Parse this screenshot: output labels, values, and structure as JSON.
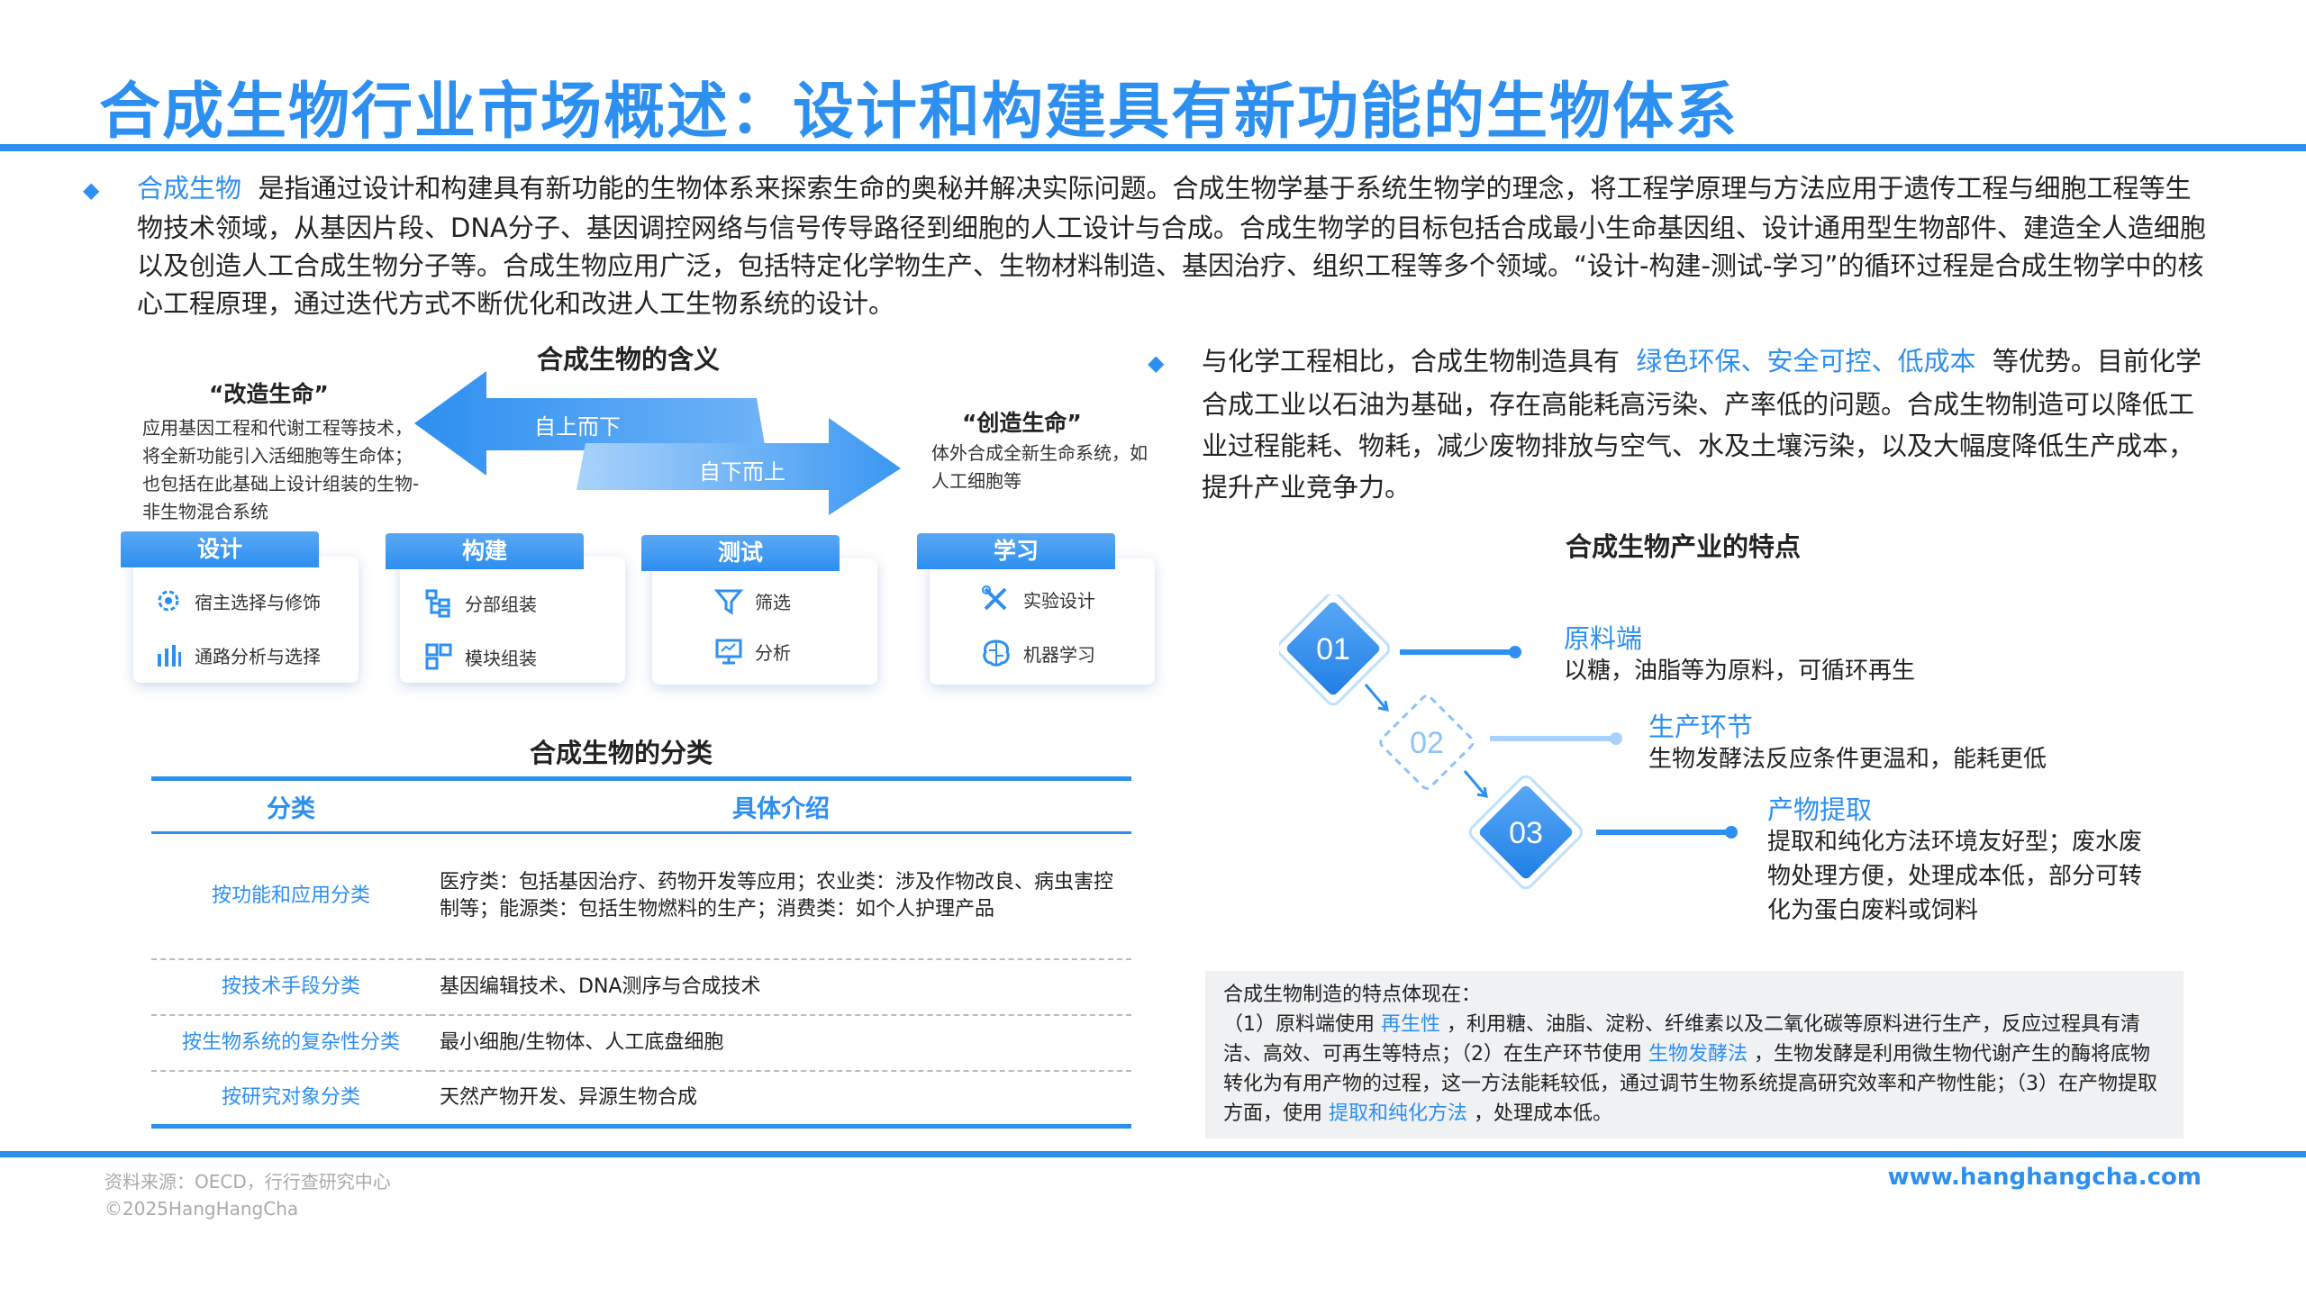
{
  "title": "合成生物行业市场概述：设计和构建具有新功能的生物体系",
  "intro": {
    "highlight": "合成生物",
    "text": "是指通过设计和构建具有新功能的生物体系来探索生命的奥秘并解决实际问题。合成生物学基于系统生物学的理念，将工程学原理与方法应用于遗传工程与细胞工程等生物技术领域，从基因片段、DNA分子、基因调控网络与信号传导路径到细胞的人工设计与合成。合成生物学的目标包括合成最小生命基因组、设计通用型生物部件、建造全人造细胞以及创造人工合成生物分子等。合成生物应用广泛，包括特定化学物生产、生物材料制造、基因治疗、组织工程等多个领域。“设计-构建-测试-学习”的循环过程是合成生物学中的核心工程原理，通过迭代方式不断优化和改进人工生物系统的设计。"
  },
  "meaning": {
    "title": "合成生物的含义",
    "left_title": "“改造生命”",
    "left_desc": "应用基因工程和代谢工程等技术，将全新功能引入活细胞等生命体；也包括在此基础上设计组装的生物-非生物混合系统",
    "right_title": "“创造生命”",
    "right_desc": "体外合成全新生命系统，如人工细胞等",
    "arrow_top": "自上而下",
    "arrow_bottom": "自下而上",
    "cycle": [
      {
        "tab": "设计",
        "items": [
          {
            "icon": "gear-icon",
            "label": "宿主选择与修饰"
          },
          {
            "icon": "bar-chart-icon",
            "label": "通路分析与选择"
          }
        ]
      },
      {
        "tab": "构建",
        "items": [
          {
            "icon": "tree-icon",
            "label": "分部组装"
          },
          {
            "icon": "modules-icon",
            "label": "模块组装"
          }
        ]
      },
      {
        "tab": "测试",
        "items": [
          {
            "icon": "filter-icon",
            "label": "筛选"
          },
          {
            "icon": "monitor-icon",
            "label": "分析"
          }
        ]
      },
      {
        "tab": "学习",
        "items": [
          {
            "icon": "tools-icon",
            "label": "实验设计"
          },
          {
            "icon": "brain-icon",
            "label": "机器学习"
          }
        ]
      }
    ]
  },
  "classification": {
    "title": "合成生物的分类",
    "headers": [
      "分类",
      "具体介绍"
    ],
    "rows": [
      {
        "cat": "按功能和应用分类",
        "desc": "医疗类：包括基因治疗、药物开发等应用；农业类：涉及作物改良、病虫害控制等；能源类：包括生物燃料的生产；消费类：如个人护理产品"
      },
      {
        "cat": "按技术手段分类",
        "desc": "基因编辑技术、DNA测序与合成技术"
      },
      {
        "cat": "按生物系统的复杂性分类",
        "desc": "最小细胞/生物体、人工底盘细胞"
      },
      {
        "cat": "按研究对象分类",
        "desc": "天然产物开发、异源生物合成"
      }
    ]
  },
  "advantage": {
    "pre": "与化学工程相比，合成生物制造具有",
    "highlight": "绿色环保、安全可控、低成本",
    "post": "等优势。目前化学合成工业以石油为基础，存在高能耗高污染、产率低的问题。合成生物制造可以降低工业过程能耗、物耗，减少废物排放与空气、水及土壤污染，以及大幅度降低生产成本，提升产业竞争力。"
  },
  "features": {
    "title": "合成生物产业的特点",
    "steps": [
      {
        "num": "01",
        "label": "原料端",
        "desc": "以糖，油脂等为原料，可循环再生"
      },
      {
        "num": "02",
        "label": "生产环节",
        "desc": "生物发酵法反应条件更温和，能耗更低"
      },
      {
        "num": "03",
        "label": "产物提取",
        "desc": "提取和纯化方法环境友好型；废水废物处理方便，处理成本低，部分可转化为蛋白废料或饲料"
      }
    ]
  },
  "summary": {
    "heading": "合成生物制造的特点体现在：",
    "p1": "（1）原料端使用",
    "h1": "再生性",
    "p2": "，利用糖、油脂、淀粉、纤维素以及二氧化碳等原料进行生产，反应过程具有清洁、高效、可再生等特点；（2）在生产环节使用",
    "h2": "生物发酵法",
    "p3": "，生物发酵是利用微生物代谢产生的酶将底物转化为有用产物的过程，这一方法能耗较低，通过调节生物系统提高研究效率和产物性能；（3）在产物提取方面，使用",
    "h3": "提取和纯化方法",
    "p4": "，处理成本低。"
  },
  "footer": {
    "source": "资料来源：OECD，行行查研究中心",
    "copyright": "©2025HangHangCha",
    "url": "www.hanghangcha.com"
  },
  "colors": {
    "accent": "#2d8ff0",
    "light": "#8cc4fa"
  }
}
